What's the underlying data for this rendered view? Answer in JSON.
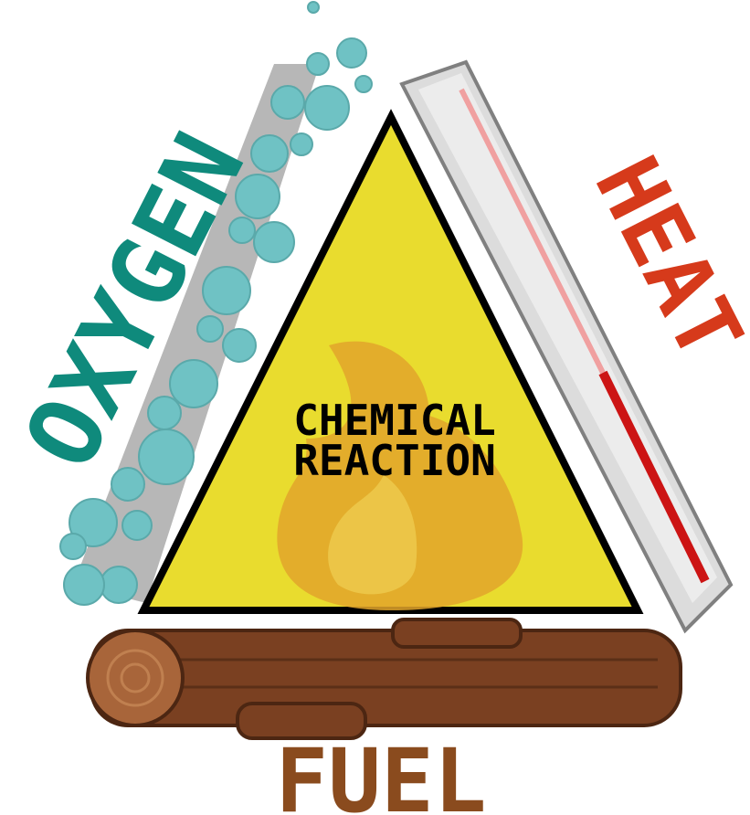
{
  "diagram": {
    "center_label_line1": "CHEMICAL",
    "center_label_line2": "REACTION",
    "left_label": "OXYGEN",
    "right_label": "HEAT",
    "bottom_label": "FUEL"
  },
  "colors": {
    "triangle_fill": "#e9dc2e",
    "triangle_stroke": "#000000",
    "oxygen": "#0f8a7c",
    "bubble": "#6fc2c4",
    "heat": "#d63a1b",
    "fuel": "#8a4b1e",
    "log": "#7a4021",
    "flame": "#e2a42a"
  },
  "icons": {
    "oxygen": "bubbles-icon",
    "heat": "thermometer-icon",
    "fuel": "log-icon",
    "center": "flame-icon"
  }
}
